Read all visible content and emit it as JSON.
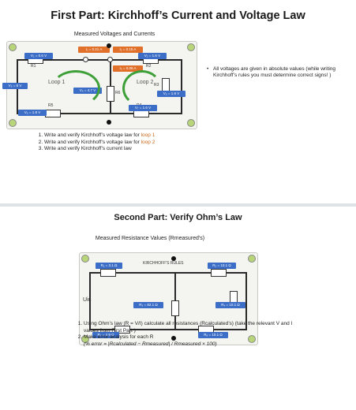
{
  "part1": {
    "title": "First Part: Kirchhoff’s Current and Voltage Law",
    "subtitle": "Measured Voltages and Currents",
    "board": {
      "voltage_labels": [
        "V₁ = 0.6 V",
        "V₂ = 1.6 V",
        "V₃ = 6 V",
        "V₄ = 4.7 V",
        "V₅ = 1.6 V",
        "V₆ = 1.8 V",
        "V₇ = 1.6 V"
      ],
      "current_labels": [
        "I₁ = 0.21 A",
        "I₂ = 0.15 A",
        "I₃ = 0.06 A"
      ],
      "resistor_labels": [
        "R1",
        "R2",
        "R3",
        "R4",
        "R5",
        "R6"
      ],
      "loop1_label": "Loop 1",
      "loop2_label": "Loop 2"
    },
    "note": "All voltages are given in absolute values (while writing Kirchhoff’s rules you must determine correct signs! )",
    "tasks_prefix": [
      "Write and verify Kirchhoff’s voltage law for ",
      "Write and verify Kirchhoff’s voltage law for ",
      "Write and verify Kirchhoff’s current law"
    ],
    "tasks_highlight": [
      "loop 1",
      "loop 2",
      ""
    ]
  },
  "part2": {
    "title": "Second Part: Verify Ohm’s Law",
    "subtitle": "Measured Resistance Values (Rmeasured’s)",
    "board": {
      "resistance_labels": [
        "R₁ = 3.1 Ω",
        "R₂ = 10.1 Ω",
        "R₃ = 82.1 Ω",
        "R₄ = 10.1 Ω",
        "R₅ = 4.9 Ω",
        "R₆ = 10.1 Ω"
      ],
      "header_text": "KIRCHHOFF'S RULES",
      "vin_label": "Uin"
    },
    "tasks": [
      "Using Ohm’s law (R = V/I) calculate all resistances (Rcalculated’s) (take the relevant V and I values from First Part )",
      "Make error analysis for each R"
    ],
    "formula": "(% error = |Rcalculated − Rmeasured| / Rmeasured × 100)"
  },
  "colors": {
    "voltage_box": "#3c6ec7",
    "current_box": "#e0702a",
    "loop_arrow": "#3fa03a"
  }
}
